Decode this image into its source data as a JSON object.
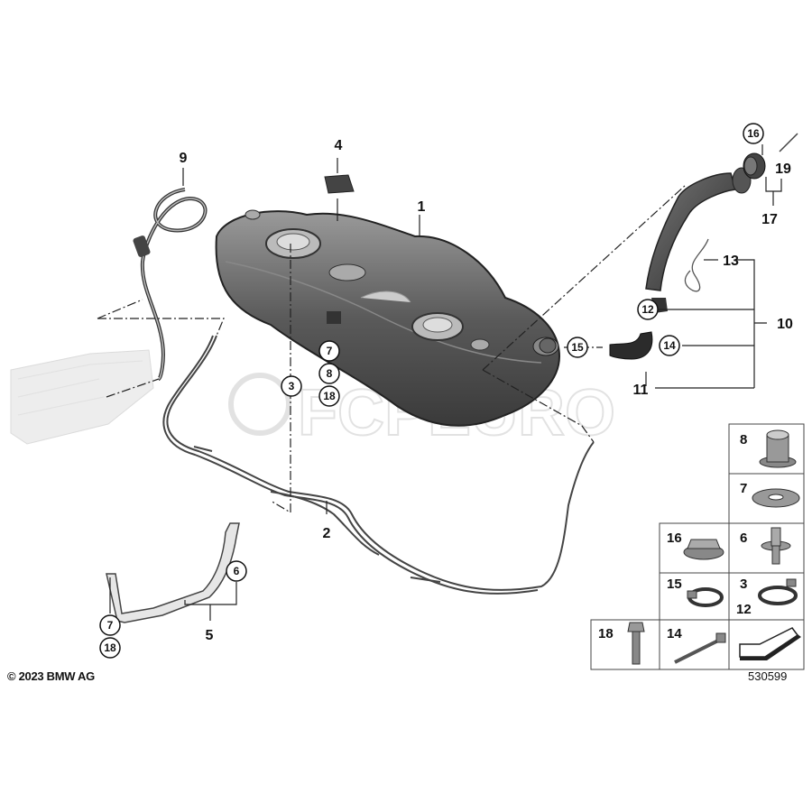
{
  "diagram": {
    "copyright": "© 2023 BMW AG",
    "diagram_number": "530599",
    "watermark": "FCPEURO",
    "callouts": {
      "c1": "1",
      "c2": "2",
      "c3": "3",
      "c4": "4",
      "c5": "5",
      "c6": "6",
      "c9": "9",
      "c10": "10",
      "c11": "11",
      "c13": "13",
      "c17": "17",
      "c19": "19"
    },
    "circled": {
      "c3": "3",
      "c6": "6",
      "c7a": "7",
      "c8a": "8",
      "c18a": "18",
      "c7b": "7",
      "c18b": "18",
      "c12": "12",
      "c14": "14",
      "c15": "15",
      "c16": "16"
    },
    "parts_grid": {
      "cells": [
        {
          "label": "8"
        },
        {
          "label": "7"
        },
        {
          "label": "16"
        },
        {
          "label": "6"
        },
        {
          "label": "15"
        },
        {
          "label": "3",
          "label2": "12"
        },
        {
          "label": "18"
        },
        {
          "label": "14"
        },
        {
          "label": "",
          "icon": "arrow-symbol-icon"
        }
      ]
    }
  }
}
